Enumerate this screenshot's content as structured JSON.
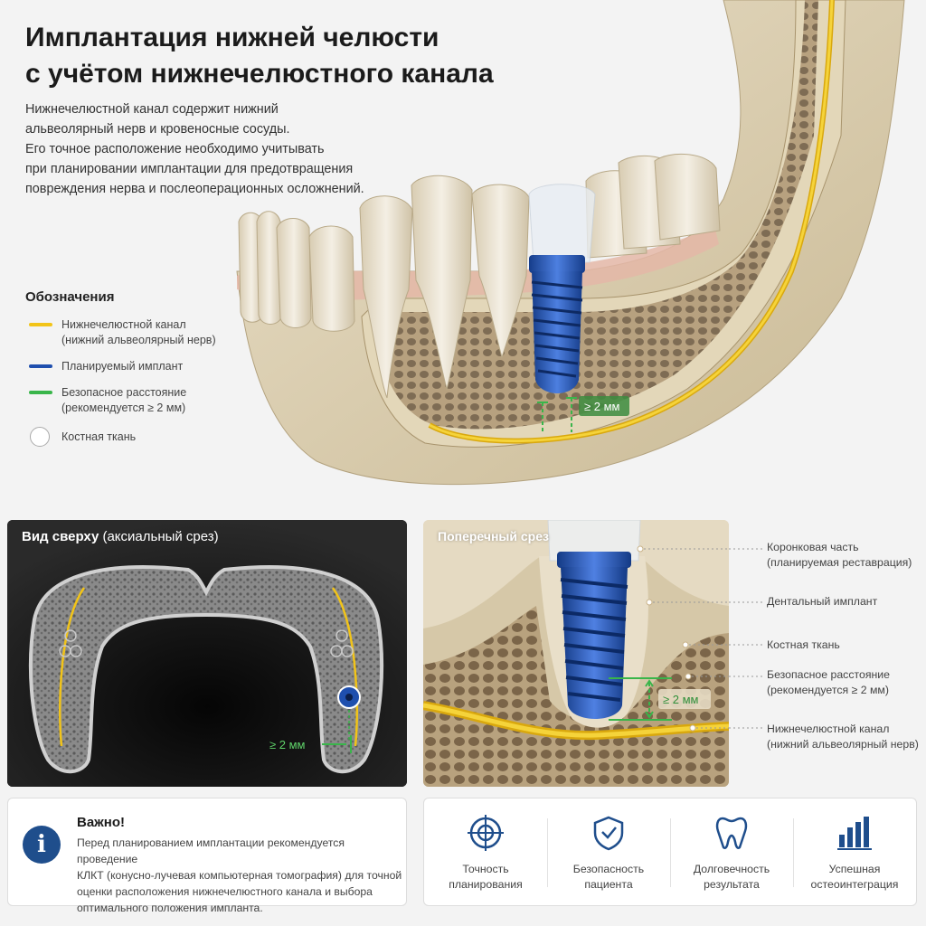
{
  "title": {
    "line1": "Имплантация нижней челюсти",
    "line2": "с учётом нижнечелюстного канала"
  },
  "description": {
    "line1": "Нижнечелюстной канал содержит нижний",
    "line2": "альвеолярный нерв и кровеносные сосуды.",
    "line3": "Его точное расположение необходимо учитывать",
    "line4": "при планировании имплантации для предотвращения",
    "line5": "повреждения нерва и послеоперационных осложнений."
  },
  "legend": {
    "title": "Обозначения",
    "canal": {
      "line1": "Нижнечелюстной канал",
      "line2": "(нижний альвеолярный нерв)"
    },
    "implant": {
      "line1": "Планируемый имплант"
    },
    "safe": {
      "line1": "Безопасное расстояние",
      "line2": "(рекомендуется ≥ 2 мм)"
    },
    "bone": {
      "line1": "Костная ткань"
    }
  },
  "main_distance_label": "≥ 2 мм",
  "top_view": {
    "title_bold": "Вид сверху",
    "title_rest": " (аксиальный срез)",
    "distance_label": "≥ 2 мм"
  },
  "cross_section": {
    "title": "Поперечный срез",
    "distance_label": "≥ 2 мм",
    "labels": {
      "crown": {
        "line1": "Коронковая часть",
        "line2": "(планируемая реставрация)"
      },
      "implant": {
        "line1": "Дентальный имплант"
      },
      "bone": {
        "line1": "Костная ткань"
      },
      "safe": {
        "line1": "Безопасное расстояние",
        "line2": "(рекомендуется ≥ 2 мм)"
      },
      "canal": {
        "line1": "Нижнечелюстной канал",
        "line2": "(нижний альвеолярный нерв)"
      }
    }
  },
  "important": {
    "icon": "info-icon",
    "title": "Важно!",
    "line1": "Перед планированием имплантации рекомендуется проведение",
    "line2": "КЛКТ (конусно-лучевая компьютерная томография) для точной",
    "line3": "оценки расположения нижнечелюстного канала и выбора",
    "line4": "оптимального положения импланта."
  },
  "benefits": [
    {
      "icon": "target-icon",
      "line1": "Точность",
      "line2": "планирования"
    },
    {
      "icon": "shield-check-icon",
      "line1": "Безопасность",
      "line2": "пациента"
    },
    {
      "icon": "tooth-icon",
      "line1": "Долговечность",
      "line2": "результата"
    },
    {
      "icon": "bar-chart-icon",
      "line1": "Успешная",
      "line2": "остеоинтеграция"
    }
  ],
  "colors": {
    "canal": "#f2c418",
    "implant": "#1f4fae",
    "safe": "#39b54a",
    "accent": "#1f4e8c",
    "bone": "#d9cdb0"
  }
}
